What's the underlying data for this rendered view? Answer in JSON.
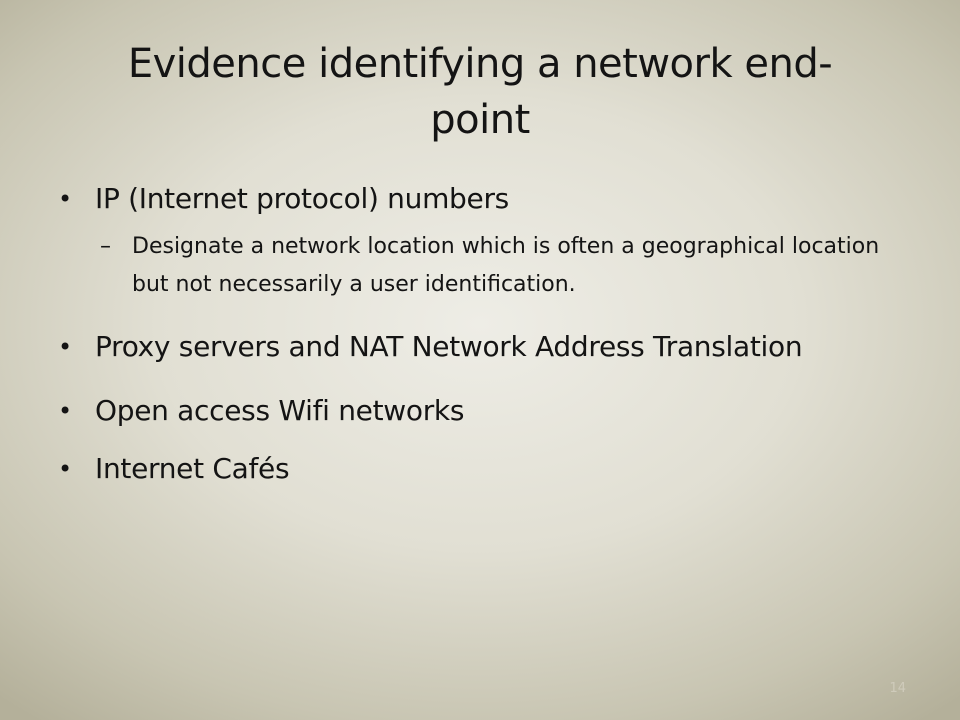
{
  "slide": {
    "title": "Evidence identifying a network end-point",
    "bullet_marker": "•",
    "sub_marker": "–",
    "bullets": [
      {
        "text": "IP (Internet protocol) numbers",
        "sub": "Designate a network location which is often a geographical location but not necessarily a user identification."
      },
      {
        "text": "Proxy servers and NAT Network Address Translation"
      },
      {
        "text": "Open access Wifi networks"
      },
      {
        "text": "Internet Cafés"
      }
    ],
    "slide_number": "14"
  },
  "colors": {
    "text": "#141414",
    "background_center": "#eeede6",
    "background_edge": "#b4b09a"
  }
}
